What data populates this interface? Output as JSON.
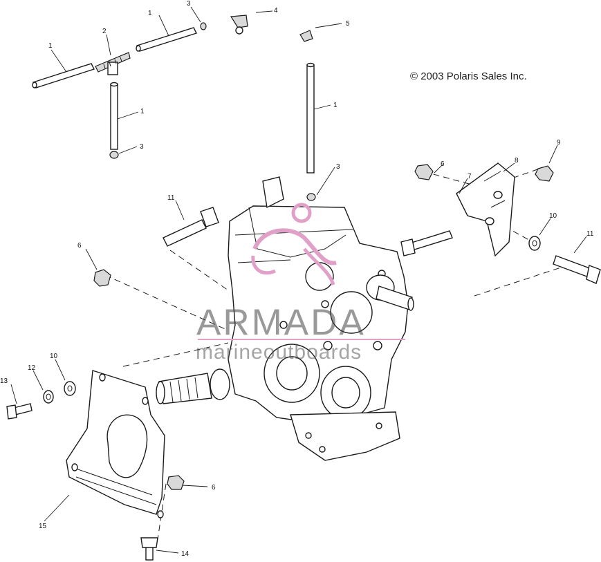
{
  "copyright": "© 2003 Polaris Sales Inc.",
  "watermark": {
    "brand": "ARMADA",
    "tagline": "marineoutboards",
    "logo_color": "#e0a0c8"
  },
  "callouts": {
    "c1a": "1",
    "c1b": "1",
    "c1c": "1",
    "c1d": "1",
    "c2": "2",
    "c3a": "3",
    "c3b": "3",
    "c3c": "3",
    "c4": "4",
    "c5": "5",
    "c6a": "6",
    "c6b": "6",
    "c6c": "6",
    "c7": "7",
    "c8": "8",
    "c9": "9",
    "c10a": "10",
    "c10b": "10",
    "c11a": "11",
    "c11b": "11",
    "c12": "12",
    "c13": "13",
    "c14": "14",
    "c15": "15"
  }
}
